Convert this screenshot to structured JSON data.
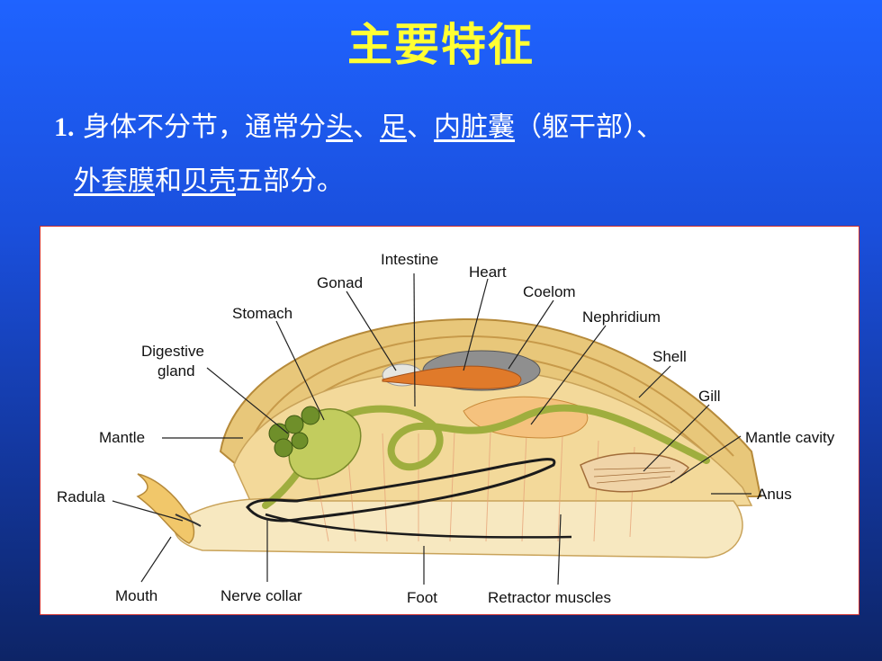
{
  "slide": {
    "title": "主要特征",
    "point": {
      "number": "1.",
      "t1": "身体不分节，通常分",
      "u_head": "头",
      "t2": "、",
      "u_foot": "足",
      "t3": "、",
      "u_visceral": "内脏囊",
      "t4": "（躯干部）、",
      "u_mantle": "外套膜",
      "t5": "和",
      "u_shell": "贝壳",
      "t6": "五部分。"
    }
  },
  "figure": {
    "labels": {
      "intestine": "Intestine",
      "heart": "Heart",
      "gonad": "Gonad",
      "coelom": "Coelom",
      "stomach": "Stomach",
      "nephridium": "Nephridium",
      "digestive_gland_1": "Digestive",
      "digestive_gland_2": "gland",
      "shell": "Shell",
      "gill": "Gill",
      "mantle": "Mantle",
      "mantle_cavity": "Mantle cavity",
      "radula": "Radula",
      "anus": "Anus",
      "mouth": "Mouth",
      "nerve_collar": "Nerve collar",
      "foot": "Foot",
      "retractor_muscles": "Retractor muscles"
    }
  },
  "colors": {
    "title": "#ffff33",
    "text": "#ffffff",
    "shell": "#e8c77a",
    "foot": "#f7e8c0",
    "gut": "#b7c25a",
    "heart": "#e07a2a",
    "digestive_gland": "#6f8f2a"
  }
}
